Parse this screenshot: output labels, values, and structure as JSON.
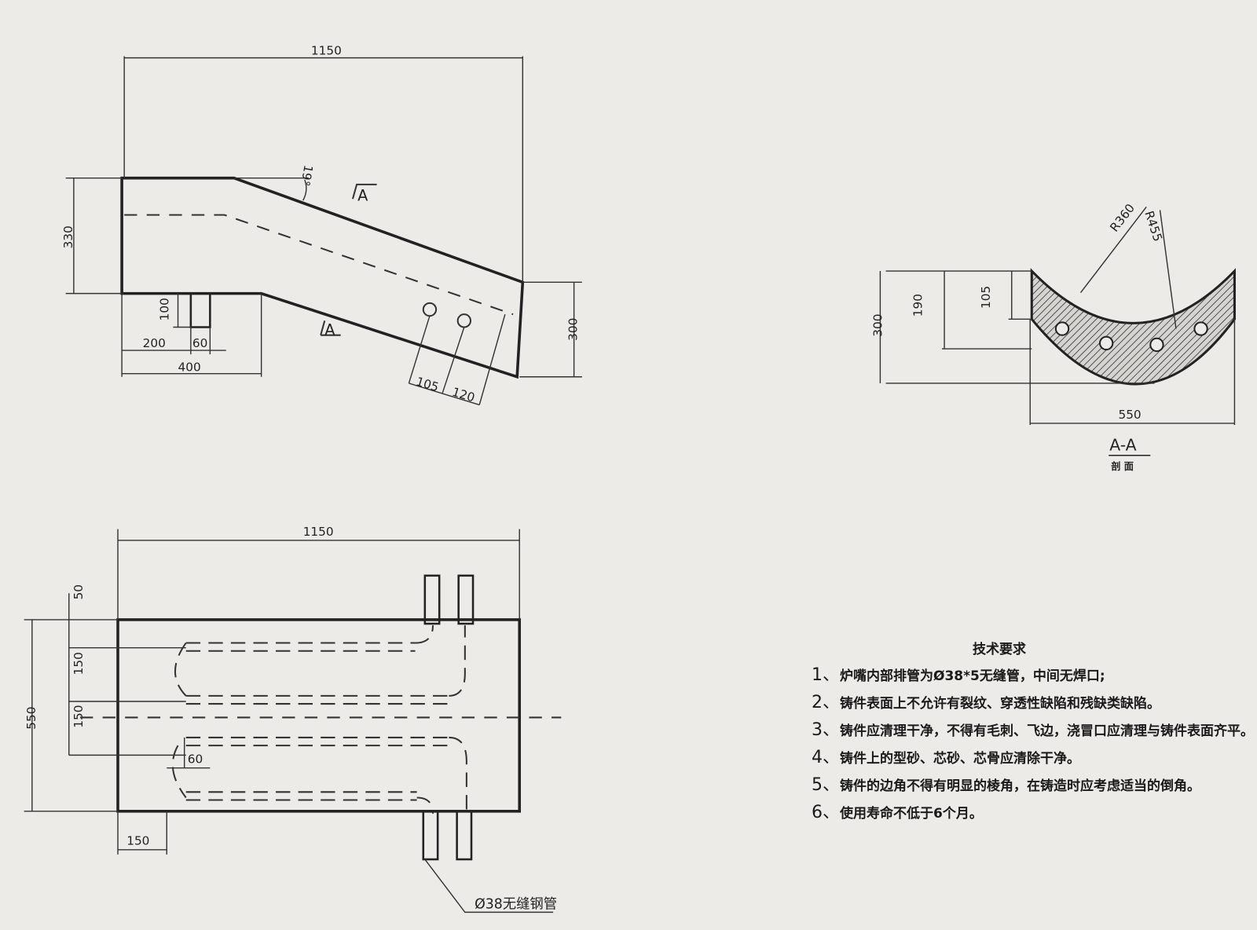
{
  "front_view": {
    "length": "1150",
    "height_left": "330",
    "height_right": "300",
    "angle": "19°",
    "slot_depth": "100",
    "slot_offset": "200",
    "slot_width": "60",
    "step_length": "400",
    "hole_1": "105",
    "hole_2": "120",
    "section_mark": "A"
  },
  "section_view": {
    "inner_radius": "R360",
    "outer_radius": "R455",
    "height": "300",
    "hole_depth": "190",
    "inner_depth": "105",
    "width": "550",
    "title": "A-A",
    "subtitle": "剖 面"
  },
  "top_view": {
    "length": "1150",
    "width": "550",
    "edge_offset": "50",
    "pitch_1": "150",
    "pitch_2": "150",
    "bend_offset": "60",
    "left_step": "150",
    "pipe_note": "Ø38无缝钢管"
  },
  "requirements": {
    "title": "技术要求",
    "items": [
      {
        "num": "1、",
        "text": "炉嘴内部排管为Ø38*5无缝管，中间无焊口;"
      },
      {
        "num": "2、",
        "text": "铸件表面上不允许有裂纹、穿透性缺陷和残缺类缺陷。"
      },
      {
        "num": "3、",
        "text": "铸件应清理干净，不得有毛刺、飞边，浇冒口应清理与铸件表面齐平。"
      },
      {
        "num": "4、",
        "text": "铸件上的型砂、芯砂、芯骨应清除干净。"
      },
      {
        "num": "5、",
        "text": "铸件的边角不得有明显的棱角，在铸造时应考虑适当的倒角。"
      },
      {
        "num": "6、",
        "text": "使用寿命不低于6个月。"
      }
    ]
  }
}
